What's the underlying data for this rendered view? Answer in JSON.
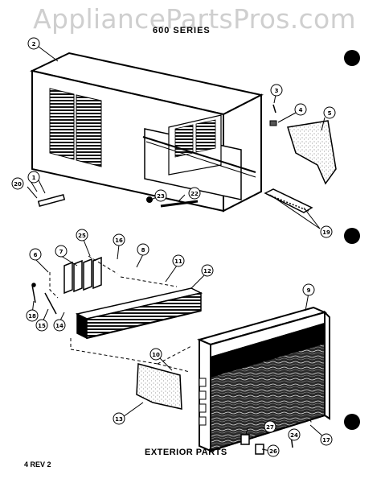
{
  "watermark": "AppliancePartsPros.com",
  "header": {
    "serial_text": "600 SERIES"
  },
  "footer": {
    "caption": "EXTERIOR PARTS",
    "revision": "4 REV 2"
  },
  "callouts": [
    "1",
    "2",
    "3",
    "4",
    "5",
    "6",
    "7",
    "8",
    "9",
    "10",
    "11",
    "12",
    "13",
    "14",
    "15",
    "16",
    "17",
    "18",
    "19",
    "20",
    "22",
    "23",
    "24",
    "25",
    "26",
    "27"
  ]
}
